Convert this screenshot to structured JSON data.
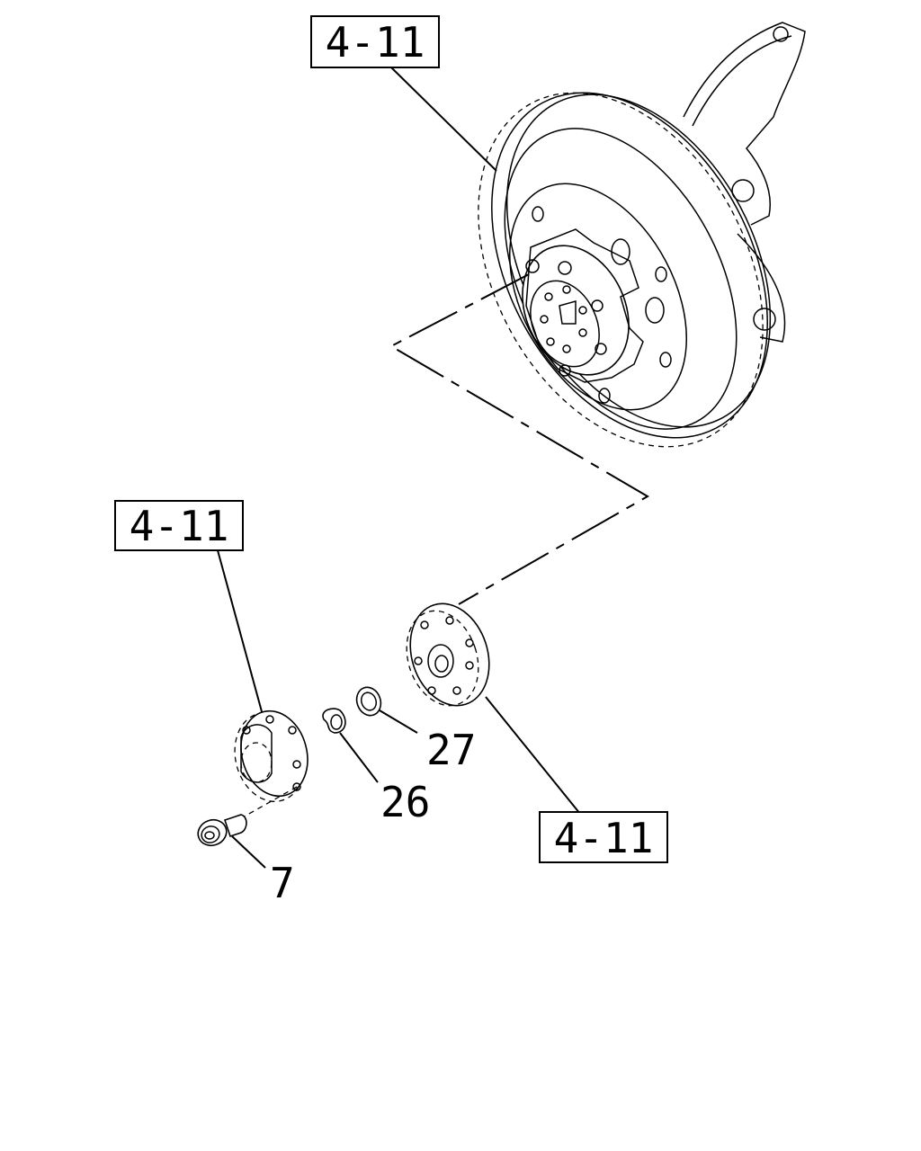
{
  "diagram": {
    "reference_labels": [
      "4-11",
      "4-11",
      "4-11"
    ],
    "part_numbers": [
      "27",
      "26",
      "7"
    ]
  }
}
